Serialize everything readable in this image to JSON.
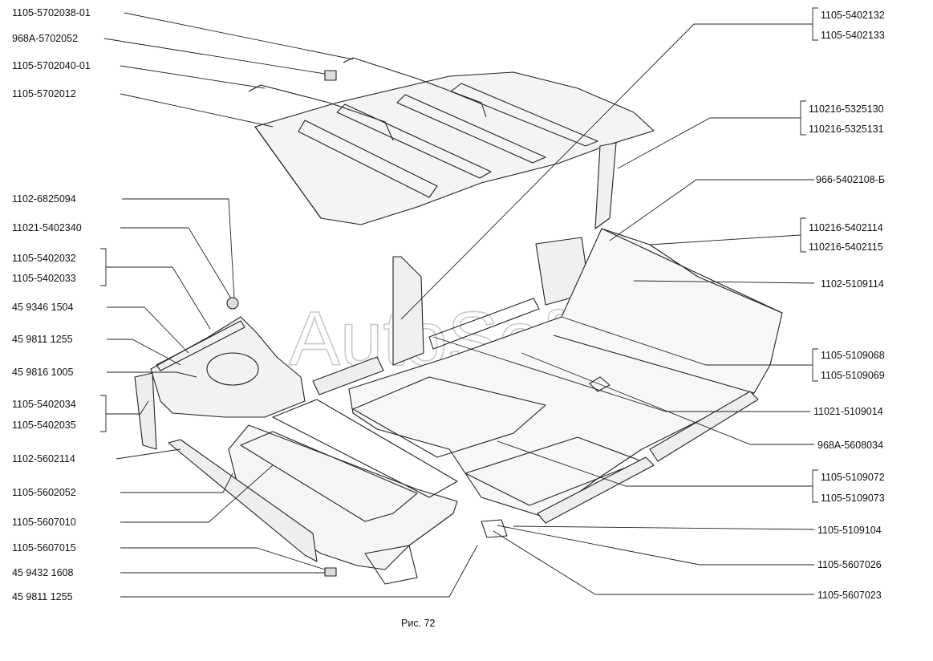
{
  "watermark": "AutoSoft",
  "caption": "Рис. 72",
  "labels_left": [
    "1105-5702038-01",
    "968А-5702052",
    "1105-5702040-01",
    "1105-5702012",
    "1102-6825094",
    "11021-5402340",
    "1105-5402032",
    "1105-5402033",
    "45 9346 1504",
    "45 9811 1255",
    "45 9816 1005",
    "1105-5402034",
    "1105-5402035",
    "1102-5602114",
    "1105-5602052",
    "1105-5607010",
    "1105-5607015",
    "45 9432 1608",
    "45 9811 1255"
  ],
  "labels_right": [
    "1105-5402132",
    "1105-5402133",
    "110216-5325130",
    "110216-5325131",
    "966-5402108-Б",
    "110216-5402114",
    "110216-5402115",
    "1102-5109114",
    "1105-5109068",
    "1105-5109069",
    "11021-5109014",
    "968А-5608034",
    "1105-5109072",
    "1105-5109073",
    "1105-5109104",
    "1105-5607026",
    "1105-5607023"
  ]
}
